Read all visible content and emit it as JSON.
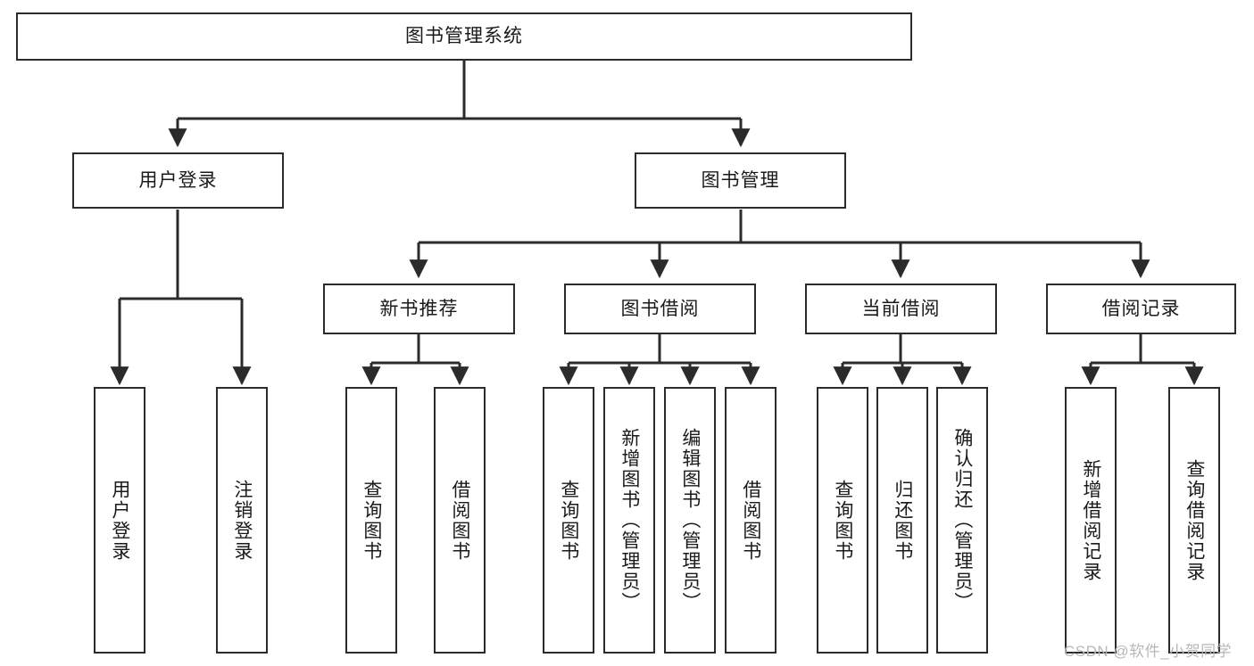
{
  "diagram": {
    "title": "图书管理系统",
    "type": "hierarchy-tree",
    "watermark": "CSDN @软件_小贺同学",
    "colors": {
      "box_border": "#2b2b2b",
      "box_fill": "#ffffff",
      "edge": "#2b2b2b",
      "text": "#1a1a1a",
      "watermark": "#b8b8b8"
    },
    "nodes": {
      "root": {
        "label": "图书管理系统",
        "level": 1,
        "orientation": "horizontal"
      },
      "n_user_login": {
        "label": "用户登录",
        "level": 2,
        "orientation": "horizontal"
      },
      "n_book_manage": {
        "label": "图书管理",
        "level": 2,
        "orientation": "horizontal"
      },
      "n_new_book_rec": {
        "label": "新书推荐",
        "level": 3,
        "orientation": "horizontal"
      },
      "n_book_borrow": {
        "label": "图书借阅",
        "level": 3,
        "orientation": "horizontal"
      },
      "n_current_borrow": {
        "label": "当前借阅",
        "level": 3,
        "orientation": "horizontal"
      },
      "n_borrow_record": {
        "label": "借阅记录",
        "level": 3,
        "orientation": "horizontal"
      },
      "l_user_login": {
        "label": "用户登录",
        "level": 4,
        "orientation": "vertical"
      },
      "l_user_logout": {
        "label": "注销登录",
        "level": 4,
        "orientation": "vertical"
      },
      "l_query_book_1": {
        "label": "查询图书",
        "level": 4,
        "orientation": "vertical"
      },
      "l_borrow_book_1": {
        "label": "借阅图书",
        "level": 4,
        "orientation": "vertical"
      },
      "l_query_book_2": {
        "label": "查询图书",
        "level": 4,
        "orientation": "vertical"
      },
      "l_add_book": {
        "label": "新增图书（管理员）",
        "level": 4,
        "orientation": "vertical"
      },
      "l_edit_book": {
        "label": "编辑图书（管理员）",
        "level": 4,
        "orientation": "vertical"
      },
      "l_borrow_book_2": {
        "label": "借阅图书",
        "level": 4,
        "orientation": "vertical"
      },
      "l_query_book_3": {
        "label": "查询图书",
        "level": 4,
        "orientation": "vertical"
      },
      "l_return_book": {
        "label": "归还图书",
        "level": 4,
        "orientation": "vertical"
      },
      "l_confirm_return": {
        "label": "确认归还（管理员）",
        "level": 4,
        "orientation": "vertical"
      },
      "l_add_record": {
        "label": "新增借阅记录",
        "level": 4,
        "orientation": "vertical"
      },
      "l_query_record": {
        "label": "查询借阅记录",
        "level": 4,
        "orientation": "vertical"
      }
    },
    "edges": [
      {
        "from": "root",
        "to": "n_user_login"
      },
      {
        "from": "root",
        "to": "n_book_manage"
      },
      {
        "from": "n_user_login",
        "to": "l_user_login"
      },
      {
        "from": "n_user_login",
        "to": "l_user_logout"
      },
      {
        "from": "n_book_manage",
        "to": "n_new_book_rec"
      },
      {
        "from": "n_book_manage",
        "to": "n_book_borrow"
      },
      {
        "from": "n_book_manage",
        "to": "n_current_borrow"
      },
      {
        "from": "n_book_manage",
        "to": "n_borrow_record"
      },
      {
        "from": "n_new_book_rec",
        "to": "l_query_book_1"
      },
      {
        "from": "n_new_book_rec",
        "to": "l_borrow_book_1"
      },
      {
        "from": "n_book_borrow",
        "to": "l_query_book_2"
      },
      {
        "from": "n_book_borrow",
        "to": "l_add_book"
      },
      {
        "from": "n_book_borrow",
        "to": "l_edit_book"
      },
      {
        "from": "n_book_borrow",
        "to": "l_borrow_book_2"
      },
      {
        "from": "n_current_borrow",
        "to": "l_query_book_3"
      },
      {
        "from": "n_current_borrow",
        "to": "l_return_book"
      },
      {
        "from": "n_current_borrow",
        "to": "l_confirm_return"
      },
      {
        "from": "n_borrow_record",
        "to": "l_add_record"
      },
      {
        "from": "n_borrow_record",
        "to": "l_query_record"
      }
    ]
  }
}
